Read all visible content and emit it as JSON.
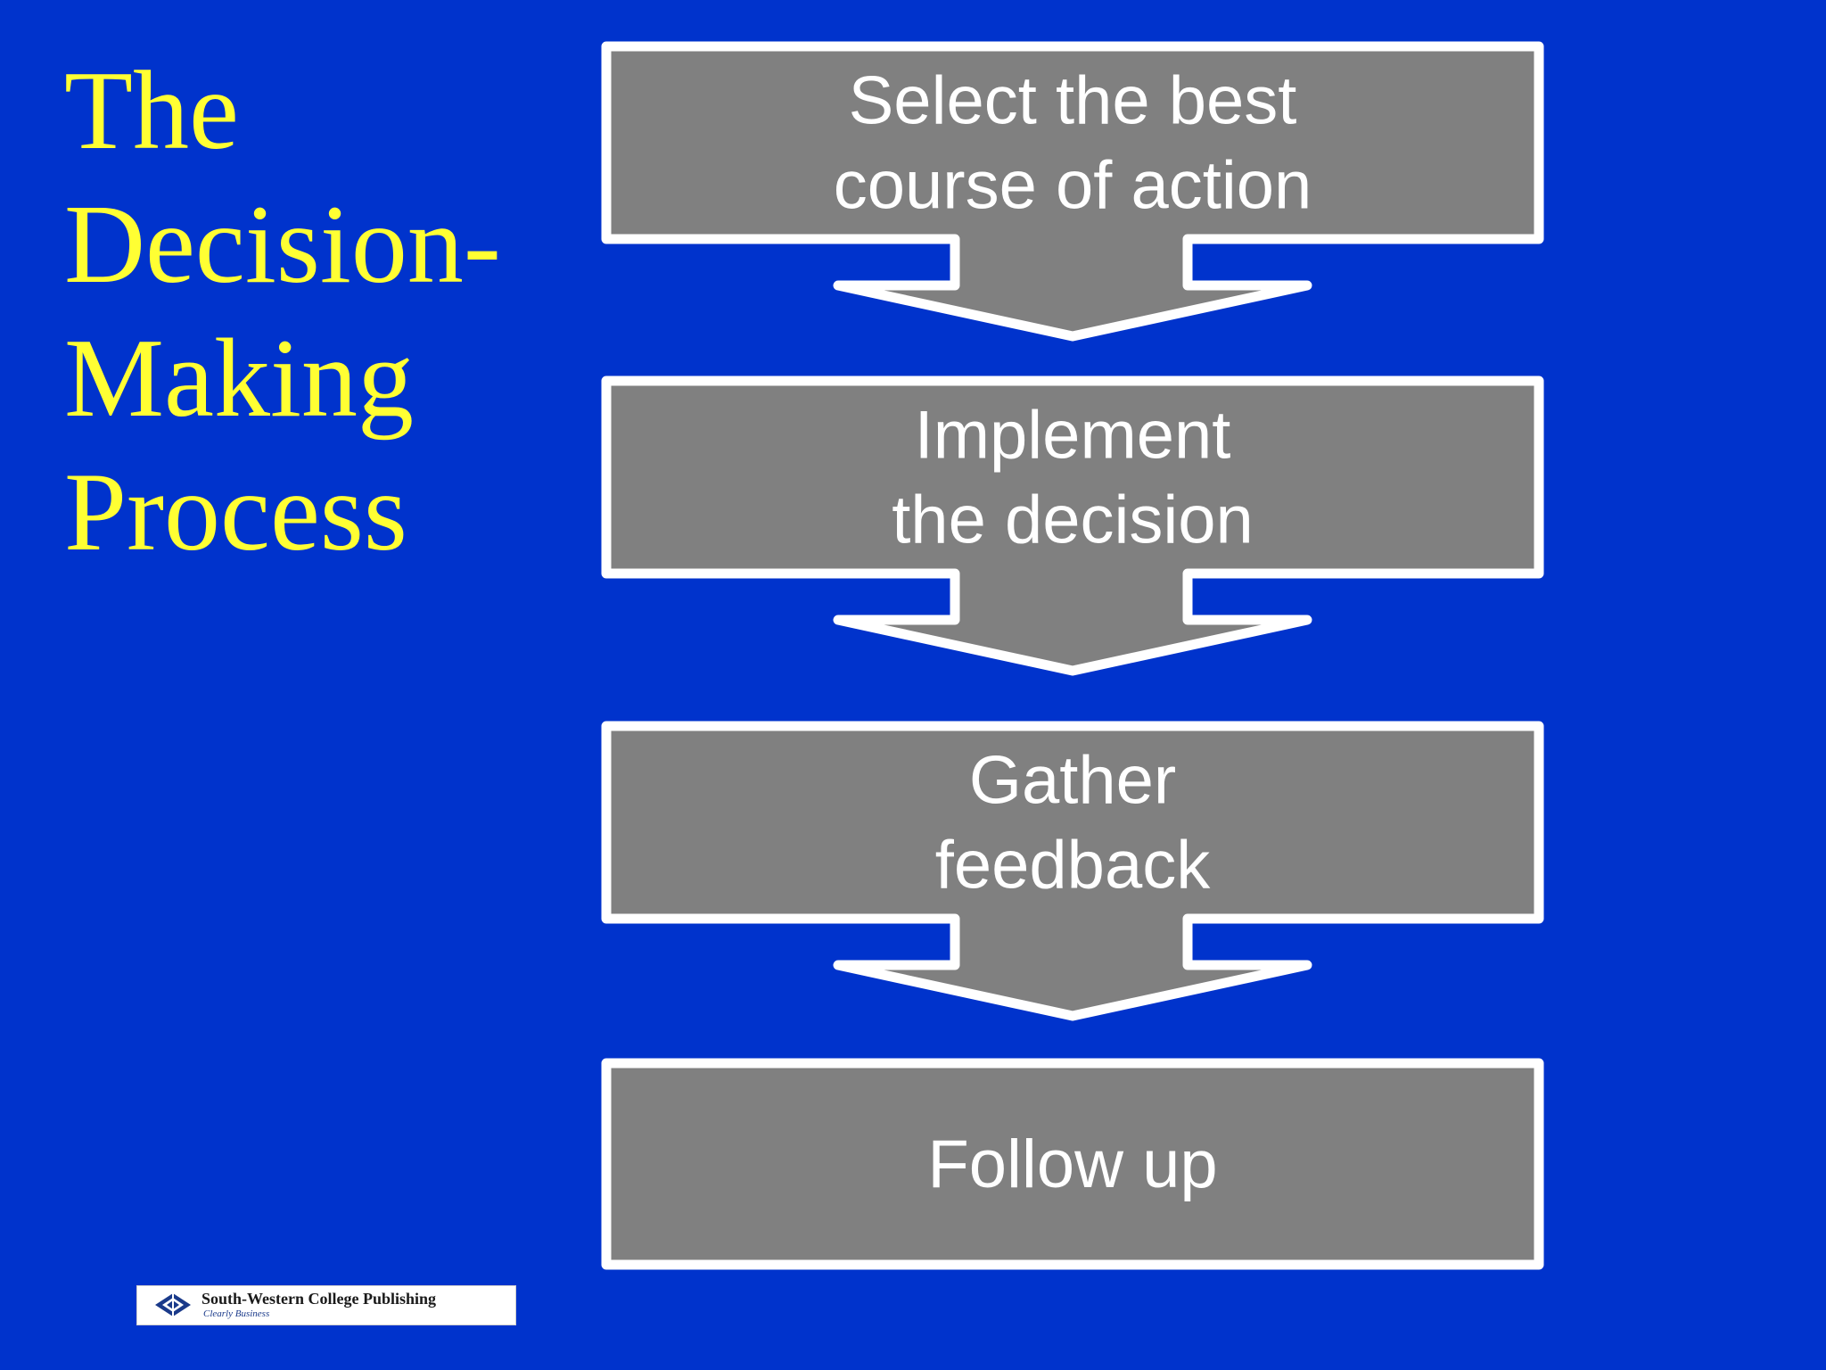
{
  "slide": {
    "title_lines": [
      "The",
      "Decision-",
      "Making",
      "Process"
    ]
  },
  "steps": [
    {
      "lines": [
        "Select the best",
        "course of action"
      ],
      "arrow_below": true
    },
    {
      "lines": [
        "Implement",
        "the decision"
      ],
      "arrow_below": true
    },
    {
      "lines": [
        "Gather",
        "feedback"
      ],
      "arrow_below": true
    },
    {
      "lines": [
        "Follow up"
      ],
      "arrow_below": false
    }
  ],
  "logo": {
    "name": "South-Western College Publishing",
    "tagline": "Clearly Business",
    "icon": "publisher-emblem-icon"
  },
  "colors": {
    "background": "#0033cc",
    "title": "#ffff33",
    "box_fill": "#808080",
    "box_border": "#ffffff",
    "step_text": "#ffffff"
  }
}
